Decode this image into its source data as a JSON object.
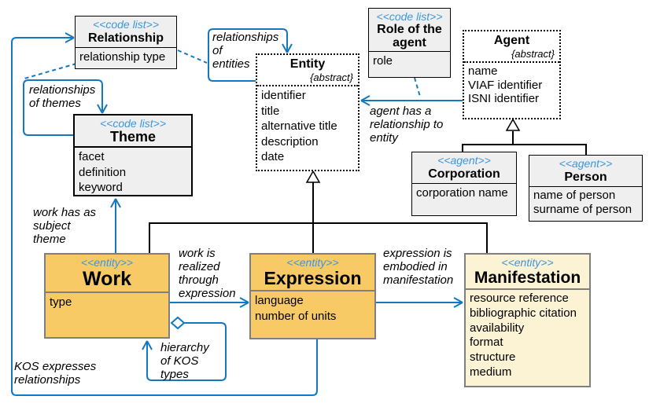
{
  "colors": {
    "line_blue": "#1478BE",
    "stereotype_blue": "#3B96DC",
    "grey_fill": "#EFEFEF",
    "gold_fill": "#F7CA66",
    "cream_fill": "#FCF2D4",
    "entity_border_grey": "#7F7F7F",
    "black": "#000000"
  },
  "classes": {
    "relationship": {
      "stereotype": "<<code list>>",
      "name": "Relationship",
      "attributes": [
        "relationship type"
      ]
    },
    "theme": {
      "stereotype": "<<code list>>",
      "name": "Theme",
      "attributes": [
        "facet",
        "definition",
        "keyword"
      ]
    },
    "entity": {
      "name": "Entity",
      "modifier": "{abstract}",
      "attributes": [
        "identifier",
        "title",
        "alternative title",
        "description",
        "date"
      ]
    },
    "role_of_the_agent": {
      "stereotype": "<<code list>>",
      "name": "Role of the agent",
      "attributes": [
        "role"
      ]
    },
    "agent": {
      "name": "Agent",
      "modifier": "{abstract}",
      "attributes": [
        "name",
        "VIAF identifier",
        "ISNI identifier"
      ]
    },
    "corporation": {
      "stereotype": "<<agent>>",
      "name": "Corporation",
      "attributes": [
        "corporation name"
      ]
    },
    "person": {
      "stereotype": "<<agent>>",
      "name": "Person",
      "attributes": [
        "name of person",
        "surname of person"
      ]
    },
    "work": {
      "stereotype": "<<entity>>",
      "name": "Work",
      "attributes": [
        "type"
      ]
    },
    "expression": {
      "stereotype": "<<entity>>",
      "name": "Expression",
      "attributes": [
        "language",
        "number of units"
      ]
    },
    "manifestation": {
      "stereotype": "<<entity>>",
      "name": "Manifestation",
      "attributes": [
        "resource reference",
        "bibliographic citation",
        "availability",
        "format",
        "structure",
        "medium"
      ]
    }
  },
  "labels": {
    "relationships_of_themes": "relationships\nof themes",
    "relationships_of_entities": "relationships\nof\nentities",
    "agent_relationship": "agent has a\nrelationship to\nentity",
    "work_subject_theme": "work has as\nsubject\ntheme",
    "work_realized": "work is\nrealized\nthrough\nexpression",
    "expression_embodied": "expression is\nembodied in\nmanifestation",
    "hierarchy_kos": "hierarchy\nof KOS\ntypes",
    "kos_expresses": "KOS expresses\nrelationships"
  }
}
